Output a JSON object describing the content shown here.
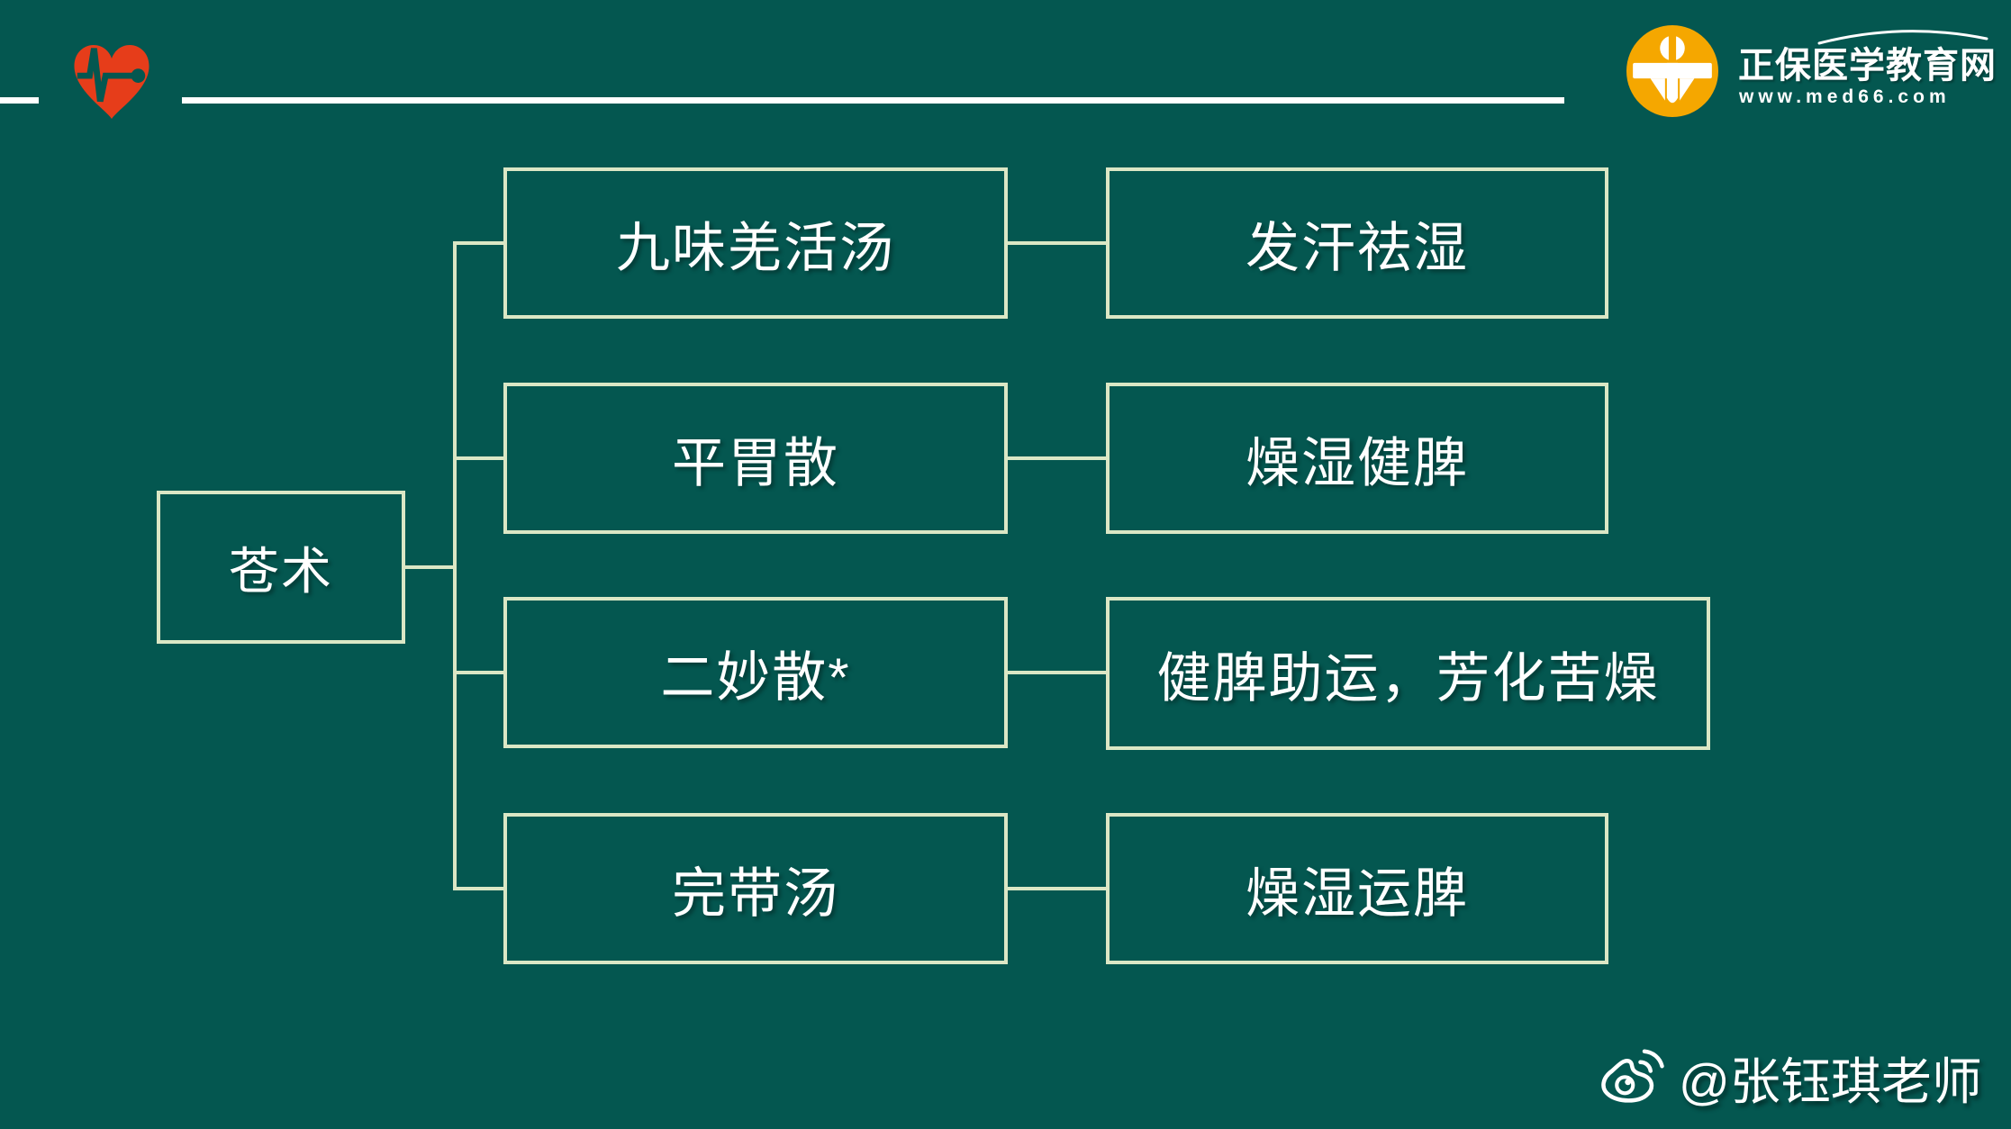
{
  "slide": {
    "background_color": "#045750",
    "box_line_color": "#dbe7c5",
    "text_color": "#ffffff"
  },
  "header": {
    "heart_color": "#e63d1a",
    "divider_color": "#ffffff",
    "brand": {
      "logo_color": "#f5a700",
      "name": "正保医学教育网",
      "url": "www.med66.com"
    }
  },
  "diagram": {
    "root_label": "苍术",
    "rows": [
      {
        "formula": "九味羌活汤",
        "function": "发汗祛湿"
      },
      {
        "formula": "平胃散",
        "function": "燥湿健脾"
      },
      {
        "formula": "二妙散*",
        "function": "健脾助运，芳化苦燥"
      },
      {
        "formula": "完带汤",
        "function": "燥湿运脾"
      }
    ]
  },
  "watermark": {
    "handle": "@张钰琪老师"
  },
  "icons": {
    "heart": "heart-ecg-icon",
    "brand": "brand-cross-icon",
    "weibo": "weibo-icon"
  }
}
